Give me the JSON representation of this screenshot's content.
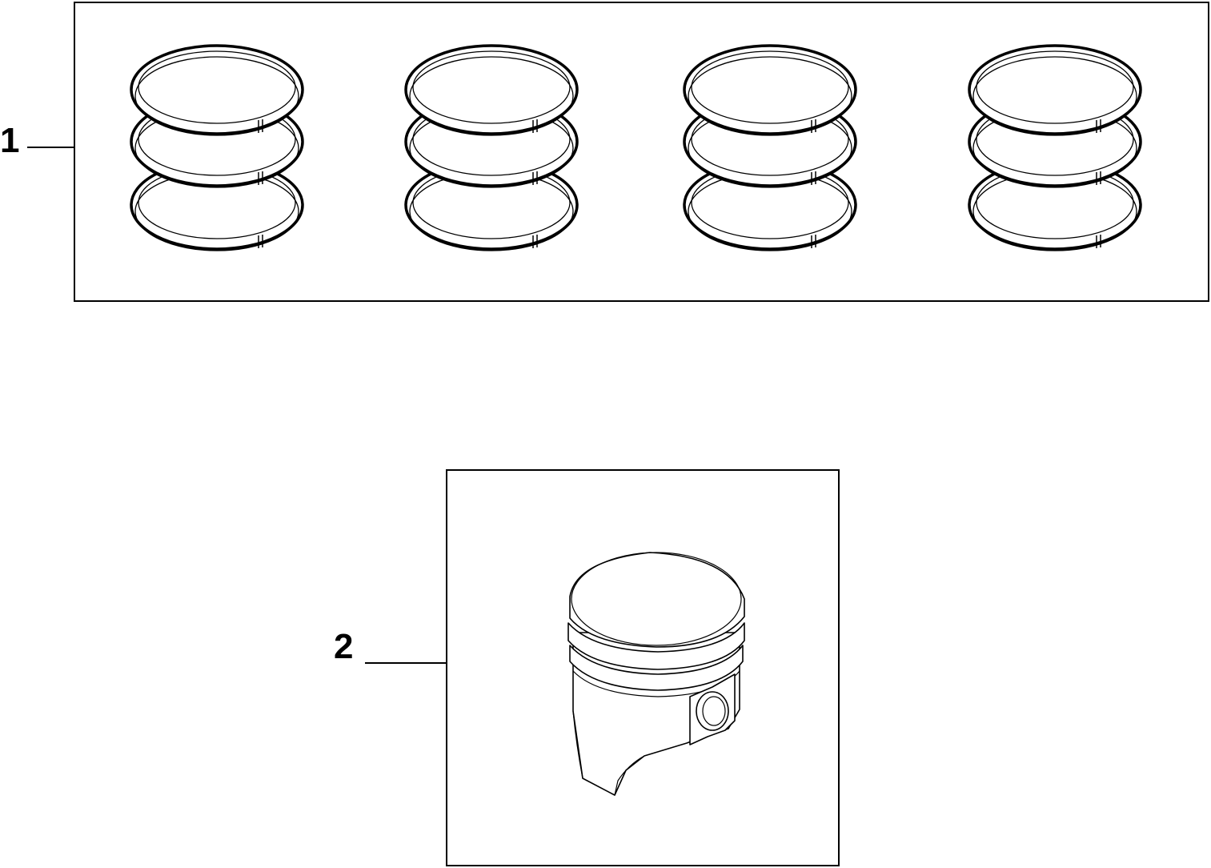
{
  "callouts": {
    "item1": "1",
    "item2": "2"
  },
  "parts": {
    "ring_sets": [
      {
        "name": "ring-set-1",
        "rings": 3
      },
      {
        "name": "ring-set-2",
        "rings": 3
      },
      {
        "name": "ring-set-3",
        "rings": 3
      },
      {
        "name": "ring-set-4",
        "rings": 3
      }
    ]
  },
  "colors": {
    "line": "#000000",
    "background": "#ffffff"
  }
}
